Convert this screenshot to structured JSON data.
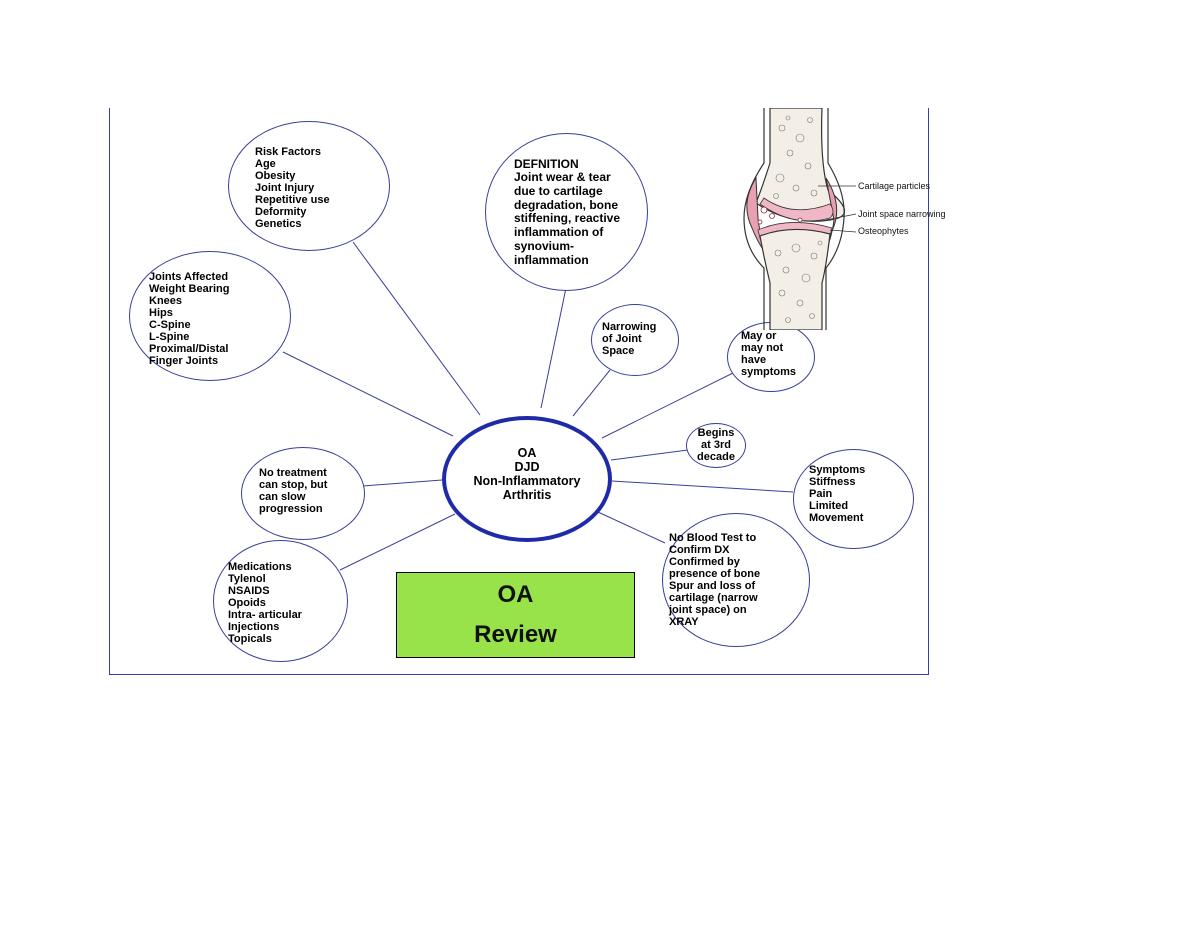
{
  "center": {
    "lines": "OA\nDJD\nNon-Inflammatory\nArthritis"
  },
  "review_box": {
    "line1": "OA",
    "line2": "Review"
  },
  "bubbles": {
    "risk_factors": "Risk Factors\nAge\nObesity\nJoint Injury\nRepetitive use\nDeformity\nGenetics",
    "definition_title": "DEFNITION",
    "definition_body": "Joint wear & tear\ndue to cartilage\ndegradation, bone\nstiffening, reactive\ninflammation of\nsynovium-\ninflammation",
    "joints_affected": "Joints Affected\nWeight Bearing\nKnees\nHips\nC-Spine\nL-Spine\nProximal/Distal\nFinger Joints",
    "narrowing": "Narrowing\n of Joint\nSpace",
    "may_not": "May or\nmay not\nhave\nsymptoms",
    "begins": "Begins\nat 3rd\ndecade",
    "symptoms": "Symptoms\nStiffness\nPain\nLimited\nMovement",
    "no_treatment": "No treatment\ncan stop, but\ncan slow\nprogression",
    "medications": "Medications\nTylenol\nNSAIDS\nOpoids\nIntra- articular\nInjections\nTopicals",
    "no_blood_test": "No Blood Test to\nConfirm DX\nConfirmed by\npresence of bone\nSpur and loss of\ncartilage (narrow\njoint space) on\nXRAY"
  },
  "figure_labels": {
    "cartilage": "Cartilage particles",
    "joint_space": "Joint space narrowing",
    "osteophytes": "Osteophytes"
  },
  "colors": {
    "border": "#3a3f9a",
    "center_border": "#1f2aa8",
    "review_bg": "#99e34a",
    "cartilage_pink": "#e8a0b0",
    "bone_fill": "#f3efe6"
  }
}
